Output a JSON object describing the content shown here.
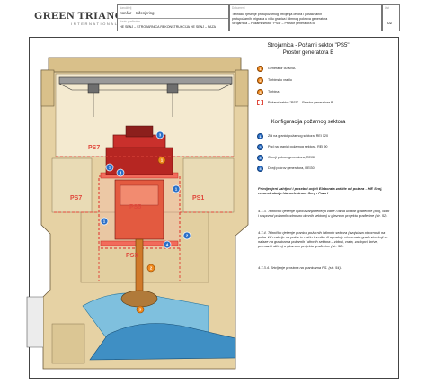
{
  "header": {
    "logo_main": "GREEN TRIANGLE",
    "logo_reg": "®",
    "logo_sub": "INTERNATIONAL",
    "box1_label": "Naručitelj",
    "box1_value": "Končar – Inženjering",
    "box1_label2": "Naziv građevine",
    "box1_value2": "HE SENJ – STROJARNICA REKONSTRUKCIJA HE SENJ – FAZA I",
    "box2_label": "Dokument",
    "box2_line1": "Tehničko rješenje protupožarnog brtvljenja otvora i postavljanih",
    "box2_line2": "protupožarnih prigrada u vidu granica i dimnog pokrova generatora",
    "box2_line3": "Strojarnica – Požarni sektor \"PS5\" – Prostor generatora B",
    "box3_label": "List",
    "sheet": "02"
  },
  "title": {
    "line1": "Strojarnica - Požarni sektor \"PS5\"",
    "line2": "Prostor generatora B"
  },
  "legend": [
    {
      "kind": "num",
      "n": "1",
      "text": "Generator 50 MVA"
    },
    {
      "kind": "num",
      "n": "2",
      "text": "Turbinsko vratilo"
    },
    {
      "kind": "num",
      "n": "3",
      "text": "Turbina"
    },
    {
      "kind": "fs",
      "n": "",
      "text": "Požarni sektor \"PS5\" – Prostor generatora B"
    }
  ],
  "config": {
    "title": "Konfiguracija požarnog sektora",
    "items": [
      {
        "n": "1",
        "text": "Zid na granici požarnog sektora, REI 120"
      },
      {
        "n": "2",
        "text": "Pod na granici požarnog sektora, REI 90"
      },
      {
        "n": "3",
        "text": "Gornji pokrov generatora, REI30"
      },
      {
        "n": "4",
        "text": "Donji pokrov generatora, REI30"
      }
    ]
  },
  "notes": {
    "p1": "Primijenjeni zahtjevi i posebni uvjeti Elaborata zaštite od požara – HE Senj, rekonstrukcija hidroelektrane Senj - Faza I",
    "p2": "4.7.3. Tehničko rješenje opločavanja fenerja vatre i dima unutar građevine (broj, oblik i raspored požarnih odnosno dimnih sektora) u glavnom projektu građevine (str. 52).",
    "p3": "4.7.4. Tehničko rješenje granica požarnih i dimnih sektora (svojstava otpornosti na požar i/ili reakcije na požar te način izvedbe ili ugradnje elemenata građevine koji se nalaze na granicama požarnih i dimnih sektora – zidovi, vrata, zaklopci, brtve, premazi i slično) u glavnom projektu građevine (str. 52).",
    "p4": "4.7.3.4. Brtvljenje prostora na granicama PS. (str. 54)."
  },
  "drawing": {
    "labels": {
      "ps7_top": "PS7",
      "ps7_left": "PS7",
      "ps5": "PS5",
      "ps3": "PS3",
      "ps1": "PS1"
    },
    "markers": [
      {
        "n": "1",
        "kind": "blue"
      },
      {
        "n": "3",
        "kind": "blue"
      },
      {
        "n": "3",
        "kind": "blue"
      },
      {
        "n": "1",
        "kind": "blue"
      },
      {
        "n": "1",
        "kind": "blue"
      },
      {
        "n": "4",
        "kind": "blue"
      },
      {
        "n": "2",
        "kind": "blue"
      },
      {
        "n": "2",
        "kind": "orange"
      },
      {
        "n": "3",
        "kind": "orange"
      },
      {
        "n": "1",
        "kind": "orange"
      }
    ]
  },
  "colors": {
    "fire_red": "#e0483c",
    "orange": "#f08a1e",
    "blue": "#2a6fc7",
    "concrete": "#e6d2a4"
  }
}
